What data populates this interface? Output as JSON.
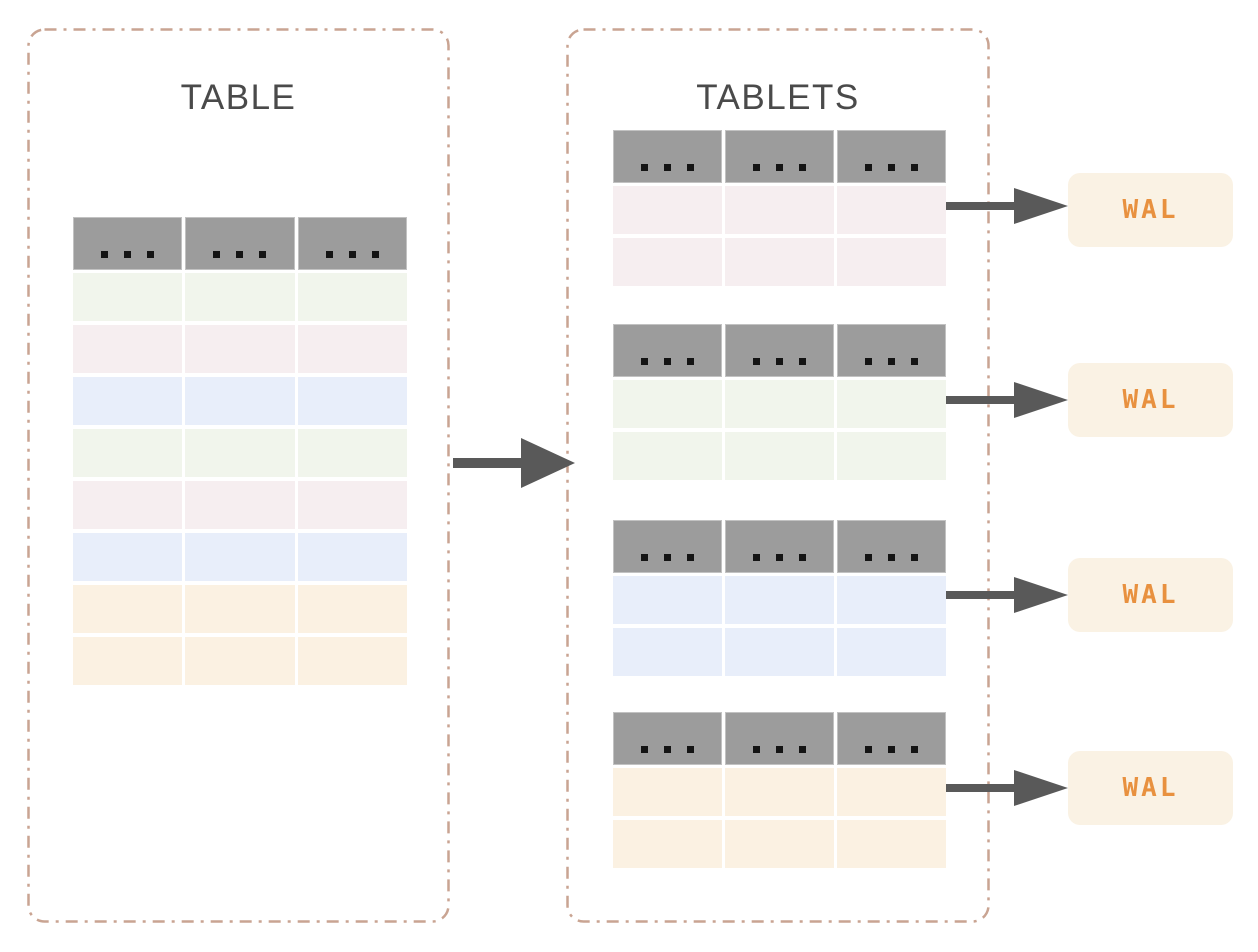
{
  "colors": {
    "header_gray": "#9c9c9c",
    "row_green": "#f1f5ec",
    "row_pink": "#f6eef0",
    "row_blue": "#e8eefa",
    "row_cream": "#fbf1e2",
    "wal_bg": "#faf2e4",
    "wal_text": "#e8913f",
    "arrow": "#595959",
    "border": "#c9a492",
    "title_text": "#4a4a4a",
    "dot_black": "#141414"
  },
  "panels": {
    "table": {
      "title": "TABLE"
    },
    "tablets": {
      "title": "TABLETS"
    }
  },
  "main_table": {
    "columns": 3,
    "header_placeholder": "...",
    "rows": [
      "green",
      "pink",
      "blue",
      "green",
      "pink",
      "blue",
      "cream",
      "cream"
    ]
  },
  "tablets": [
    {
      "columns": 3,
      "header_placeholder": "...",
      "rows": [
        "pink",
        "pink"
      ],
      "wal_label": "WAL"
    },
    {
      "columns": 3,
      "header_placeholder": "...",
      "rows": [
        "green",
        "green"
      ],
      "wal_label": "WAL"
    },
    {
      "columns": 3,
      "header_placeholder": "...",
      "rows": [
        "blue",
        "blue"
      ],
      "wal_label": "WAL"
    },
    {
      "columns": 3,
      "header_placeholder": "...",
      "rows": [
        "cream",
        "cream"
      ],
      "wal_label": "WAL"
    }
  ]
}
